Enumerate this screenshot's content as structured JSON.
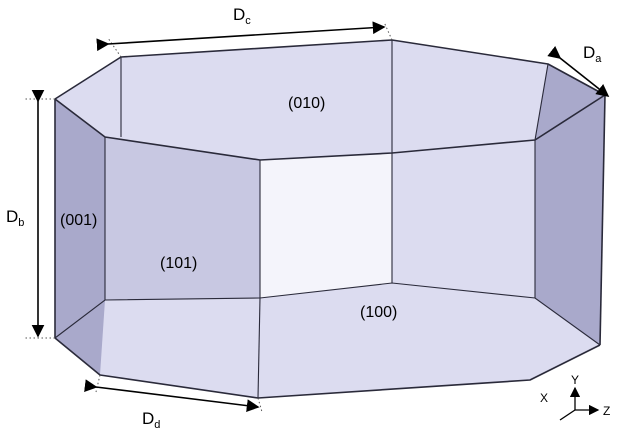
{
  "faces": {
    "top": "(010)",
    "left": "(001)",
    "diagonal": "(101)",
    "front": "(100)"
  },
  "dimensions": {
    "a": {
      "main": "D",
      "sub": "a"
    },
    "b": {
      "main": "D",
      "sub": "b"
    },
    "c": {
      "main": "D",
      "sub": "c"
    },
    "d": {
      "main": "D",
      "sub": "d"
    }
  },
  "axes": {
    "x": "X",
    "y": "Y",
    "z": "Z"
  },
  "colors": {
    "face_light": "#dcdcf0",
    "face_mid": "#c8c8e2",
    "face_dark": "#a9a9cb",
    "face_inner": "#f4f4fb",
    "edge": "#2a2a3a"
  }
}
